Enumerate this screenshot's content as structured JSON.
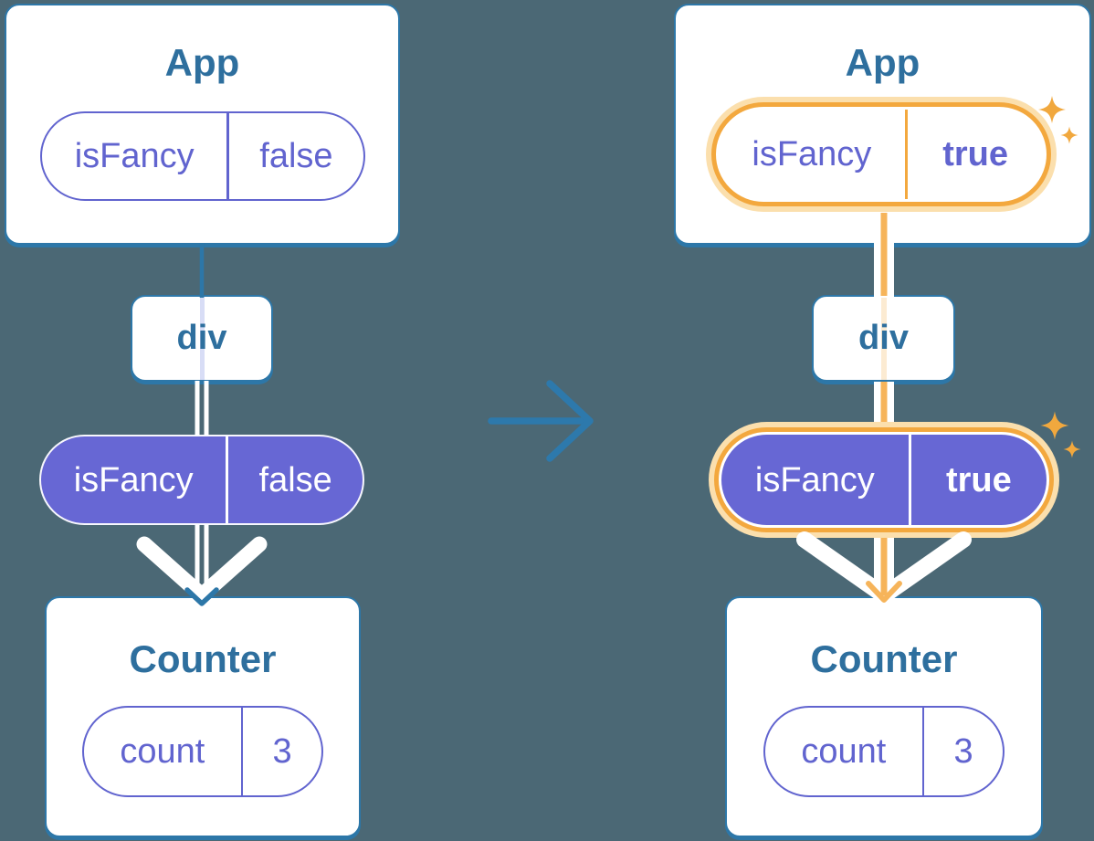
{
  "colors": {
    "background": "#4b6875",
    "card_border": "#2d77a8",
    "component_title": "#2e6f9e",
    "prop_purple": "#6164cf",
    "prop_purple_fill": "#6767d4",
    "highlight_orange": "#f3a83e",
    "highlight_glow": "#fbdfad",
    "flow_orange": "#f6b45a",
    "flow_white": "#ffffff",
    "arrow_blue": "#2d79ac"
  },
  "before": {
    "app": {
      "title": "App",
      "prop_name": "isFancy",
      "prop_value": "false"
    },
    "div": {
      "label": "div"
    },
    "passed_prop": {
      "name": "isFancy",
      "value": "false"
    },
    "counter": {
      "title": "Counter",
      "state_name": "count",
      "state_value": "3"
    }
  },
  "after": {
    "app": {
      "title": "App",
      "prop_name": "isFancy",
      "prop_value": "true"
    },
    "div": {
      "label": "div"
    },
    "passed_prop": {
      "name": "isFancy",
      "value": "true"
    },
    "counter": {
      "title": "Counter",
      "state_name": "count",
      "state_value": "3"
    }
  }
}
